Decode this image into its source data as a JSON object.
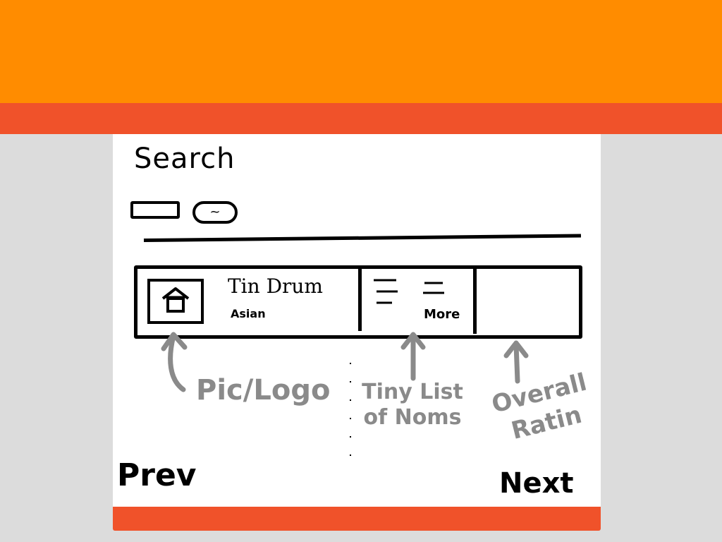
{
  "colors": {
    "header": "#ff8c00",
    "subheader": "#f0522a",
    "footer": "#f0522a",
    "background": "#dcdcdc",
    "panel": "#ffffff",
    "annotation": "#8a8a8a"
  },
  "search": {
    "title": "Search",
    "button_glyph": "~",
    "button_icon": "squiggle-icon"
  },
  "result": {
    "logo_icon": "house-icon",
    "name": "Tin Drum",
    "cuisine": "Asian",
    "more_label": "More"
  },
  "annotations": {
    "pic_logo": "Pic/Logo",
    "noms_list": "Tiny List of Noms",
    "overall_rating": "Overall Ratin"
  },
  "pagination": {
    "prev": "Prev",
    "next": "Next"
  }
}
